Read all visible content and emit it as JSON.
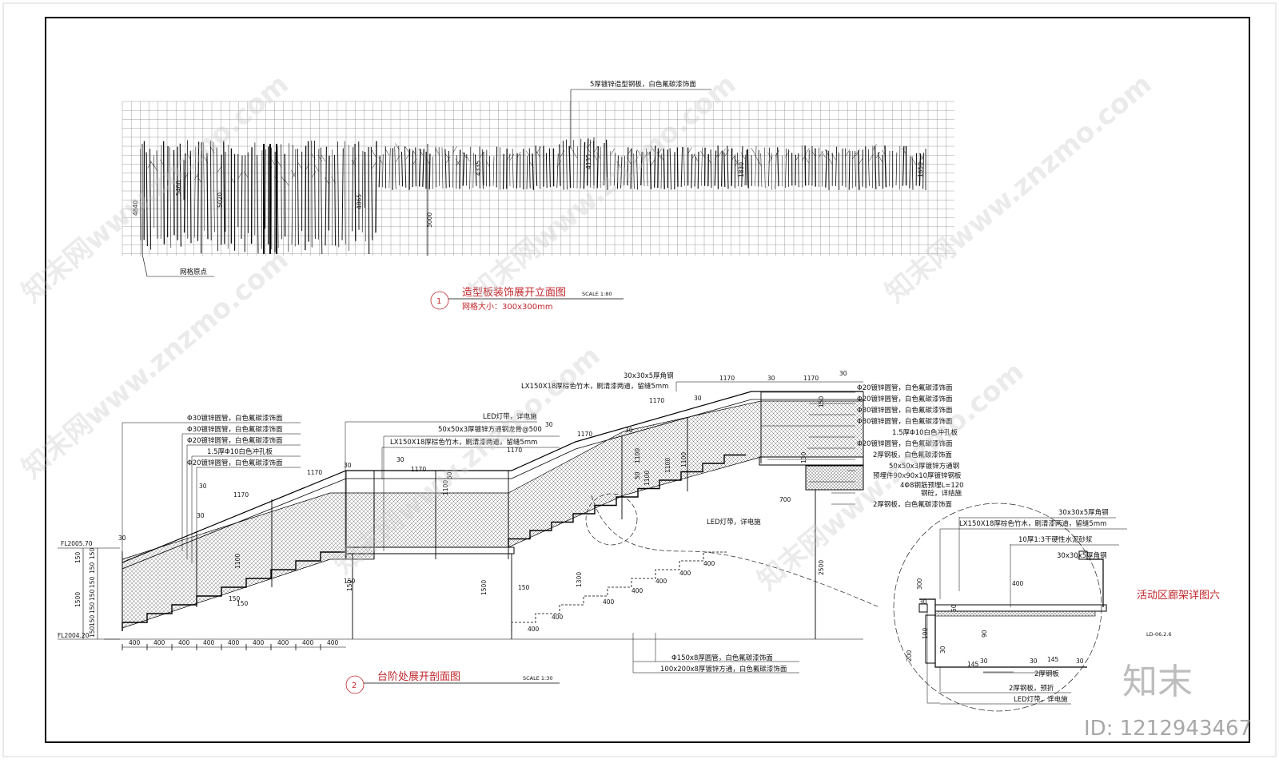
{
  "drawing1": {
    "number": "1",
    "title": "造型板装饰展开立面图",
    "scale": "SCALE 1:80",
    "grid_note": "网格大小：300x300mm",
    "top_label": "5厚镀锌造型钢板，白色氟碳漆饰面",
    "grid_origin_label": "网格原点",
    "dims": [
      "4840",
      "5460",
      "5020",
      "4865",
      "3000",
      "4335",
      "4135",
      "1830",
      "1650"
    ]
  },
  "drawing2": {
    "number": "2",
    "title": "台阶处展开剖面图",
    "scale": "SCALE 1:30",
    "left_labels": [
      "Φ30镀锌圆管，白色氟碳漆饰面",
      "Φ30镀锌圆管，白色氟碳漆饰面",
      "Φ20镀锌圆管，白色氟碳漆饰面",
      "1.5厚Φ10白色冲孔板",
      "Φ20镀锌圆管，白色氟碳漆饰面"
    ],
    "mid_labels": [
      "LED灯带，详电施",
      "50x50x3厚镀锌方通钢龙骨@500",
      "LX150X18厚棕色竹木，刷清漆两道，留缝5mm"
    ],
    "top_labels": [
      "30x30x5厚角钢",
      "LX150X18厚棕色竹木，刷清漆两道，留缝5mm"
    ],
    "right_labels": [
      "Φ20镀锌圆管，白色氟碳漆饰面",
      "Φ20镀锌圆管，白色氟碳漆饰面",
      "Φ30镀锌圆管，白色氟碳漆饰面",
      "Φ30镀锌圆管，白色氟碳漆饰面",
      "1.5厚Φ10白色冲孔板",
      "Φ20镀锌圆管，白色氟碳漆饰面",
      "2厚钢板，白色氟碳漆饰面",
      "50x50x3厚镀锌方通钢",
      "预埋件90x90x10厚镀锌钢板",
      "4Φ8钢筋预埋L=120",
      "钢砼，详结施",
      "2厚钢板，白色氟碳漆饰面"
    ],
    "led_label": "LED灯带，详电施",
    "bottom_labels": [
      "Φ150x8厚圆管，白色氟碳漆饰面",
      "100x200x8厚镀锌方通，白色氟碳漆饰面"
    ],
    "levels": [
      "FL2005.70",
      "FL2004.20"
    ],
    "bottom_dims": [
      "400",
      "400",
      "400",
      "400",
      "400",
      "400",
      "400",
      "400",
      "400"
    ],
    "left_vdims": [
      "150",
      "1500",
      "150",
      "150",
      "150",
      "150",
      "150",
      "150",
      "150"
    ],
    "misc_dims": [
      "30",
      "1170",
      "30",
      "1170",
      "30",
      "1170",
      "30",
      "1170",
      "30",
      "1170",
      "30",
      "1170",
      "30",
      "1170",
      "30",
      "1170",
      "150",
      "150",
      "1500",
      "150",
      "2500",
      "1300",
      "700",
      "400",
      "400",
      "400",
      "400",
      "400",
      "400",
      "400",
      "1100",
      "1100",
      "1100",
      "1100",
      "1100",
      "1100",
      "150",
      "150",
      "150",
      "130",
      "50",
      "50",
      "30",
      "30"
    ]
  },
  "detail": {
    "title": "活动区廊架详图六",
    "ref": "LD-06.2.6",
    "labels": [
      "30x30x5厚角钢",
      "LX150X18厚棕色竹木，刷清漆两道，留缝5mm",
      "10厚1:3干硬性水泥砂浆",
      "30x30x5厚角钢",
      "2厚钢板",
      "2厚钢板，预折",
      "LED灯带，详电施"
    ],
    "dims": [
      "400",
      "300",
      "100",
      "90",
      "200",
      "30",
      "30",
      "30",
      "145",
      "30",
      "145",
      "30",
      "50"
    ]
  },
  "branding": {
    "logo": "知末",
    "id": "ID: 1212943467",
    "watermarks": [
      "知末网www.znzmo.com",
      "知末网www.znzmo.com",
      "知末网www.znzmo.com",
      "知末网www.znzmo.com",
      "知末网www.znzmo.com",
      "知末网www.znzmo.com"
    ]
  }
}
